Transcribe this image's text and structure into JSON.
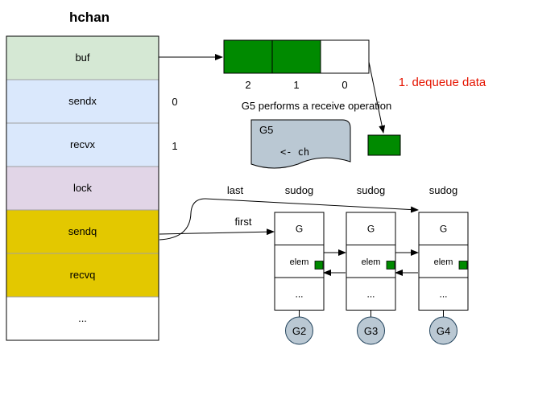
{
  "title": "hchan",
  "hchan_fields": [
    {
      "label": "buf",
      "color": "#d5e8d4"
    },
    {
      "label": "sendx",
      "color": "#dae8fc"
    },
    {
      "label": "recvx",
      "color": "#dae8fc"
    },
    {
      "label": "lock",
      "color": "#e1d5e7"
    },
    {
      "label": "sendq",
      "color": "#e3c800"
    },
    {
      "label": "recvq",
      "color": "#e3c800"
    },
    {
      "label": "...",
      "color": "#ffffff"
    }
  ],
  "field_values": {
    "sendx": "0",
    "recvx": "1"
  },
  "buffer": {
    "slots": [
      {
        "index": "2",
        "filled": true
      },
      {
        "index": "1",
        "filled": true
      },
      {
        "index": "0",
        "filled": false
      }
    ],
    "fill_color": "#008a00"
  },
  "step_label": "1. dequeue data",
  "step_color": "#e51400",
  "operation_caption": "G5 performs a receive operation",
  "g5_card": {
    "title": "G5",
    "code": "<- ch",
    "color": "#bac8d3"
  },
  "queue": {
    "last_label": "last",
    "first_label": "first",
    "sudogs": [
      {
        "header": "sudog",
        "rows": [
          "G",
          "elem",
          "..."
        ],
        "goroutine": "G2"
      },
      {
        "header": "sudog",
        "rows": [
          "G",
          "elem",
          "..."
        ],
        "goroutine": "G3"
      },
      {
        "header": "sudog",
        "rows": [
          "G",
          "elem",
          "..."
        ],
        "goroutine": "G4"
      }
    ]
  }
}
